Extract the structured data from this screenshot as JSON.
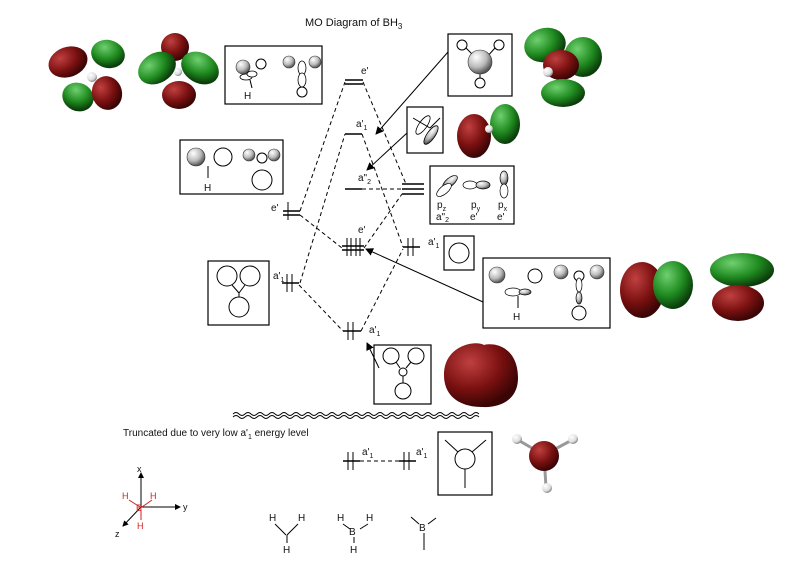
{
  "title": "MO Diagram of BH",
  "title_sub": "3",
  "caption": "Truncated due to very low a'",
  "caption_sub": "1",
  "caption_tail": " energy level",
  "levels": {
    "e_prime_top": "e'",
    "a1_upper": "a'",
    "a1_upper_sub": "1",
    "a2_pp": "a\"",
    "a2_pp_sub": "2",
    "e_prime_left": "e'",
    "e_prime_mid": "e'",
    "a1_right": "a'",
    "a1_right_sub": "1",
    "a1_left": "a'",
    "a1_left_sub": "1",
    "a1_bottom": "a'",
    "a1_bottom_sub": "1",
    "a1_trunc_left": "a'",
    "a1_trunc_left_sub": "1",
    "a1_trunc_right": "a'",
    "a1_trunc_right_sub": "1"
  },
  "p_orbitals": {
    "labels": [
      "p",
      "p",
      "p"
    ],
    "subs": [
      "z",
      "y",
      "x"
    ],
    "sym_a": "a\"",
    "sym_a_sub": "2",
    "sym_b": "e'",
    "sym_c": "e'"
  },
  "box_labels": {
    "h_top": "H",
    "h_left": "H",
    "h_right": "H"
  },
  "axes": {
    "x": "x",
    "y": "y",
    "z": "z",
    "h1": "H",
    "h2": "H",
    "h3": "H",
    "b": "B"
  },
  "structures": {
    "s1_h1": "H",
    "s1_h2": "H",
    "s1_h3": "H",
    "s2_h1": "H",
    "s2_h2": "H",
    "s2_h3": "H",
    "s2_b": "B",
    "s3_b": "B"
  },
  "colors": {
    "lobe_red": "#7a1010",
    "lobe_green": "#1f8a1f",
    "axis_red": "#cc2222"
  }
}
